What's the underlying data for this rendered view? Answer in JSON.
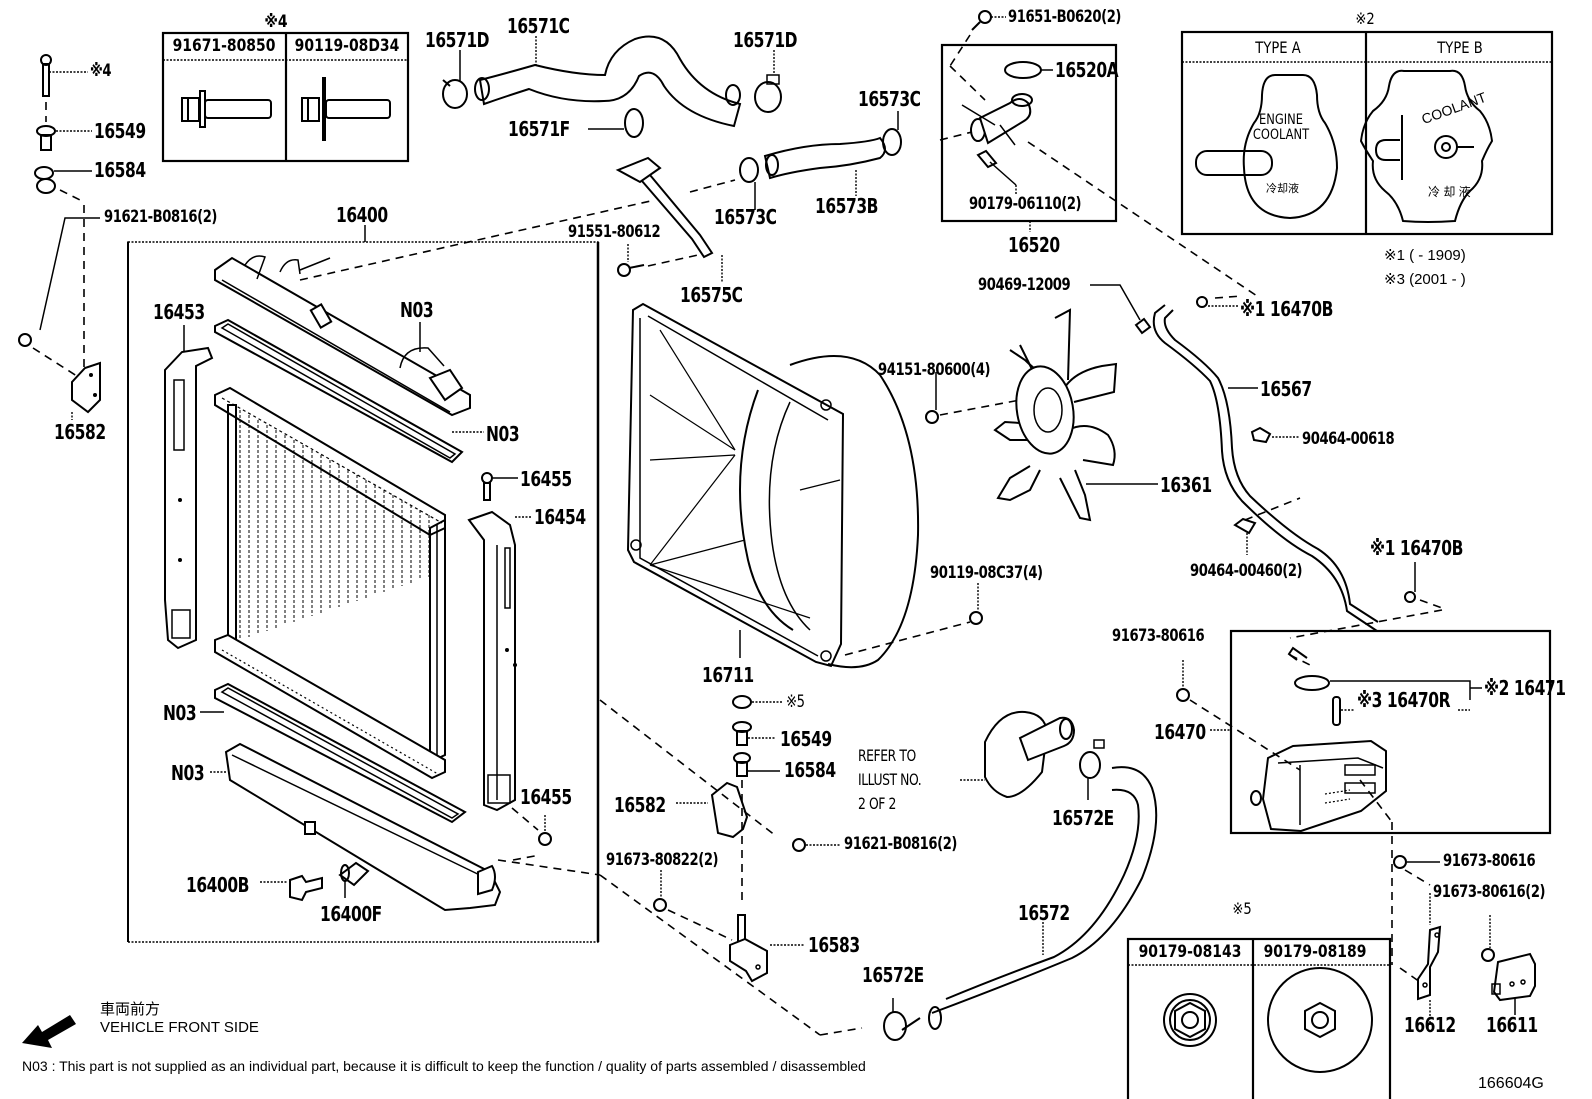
{
  "diagram": {
    "id": "166604G",
    "footnote": "N03 : This part is not supplied as an individual part, because it is difficult to keep the function / quality of parts  assembled / disassembled",
    "direction": {
      "jp": "車両前方",
      "en": "VEHICLE FRONT SIDE",
      "icon": "arrow-down-left-icon"
    },
    "refer_note": [
      "REFER TO",
      "ILLUST NO.",
      "2 OF 2"
    ],
    "legend": {
      "note1": "※1 (        - 1909)",
      "note3": "※3 (2001  -        )"
    },
    "table_4": {
      "title": "※4",
      "columns": [
        "91671-80850",
        "90119-08D34"
      ]
    },
    "table_2": {
      "title": "※2",
      "columns": [
        "TYPE A",
        "TYPE B"
      ],
      "cap_a": {
        "line1": "ENGINE",
        "line2": "COOLANT",
        "jp": "冷却液"
      },
      "cap_b": {
        "text": "COOLANT",
        "jp": "冷 却 液"
      }
    },
    "table_5": {
      "title": "※5",
      "columns": [
        "90179-08143",
        "90179-08189"
      ]
    },
    "parts": {
      "p_x4_bolt": "※4",
      "p_16549_l": "16549",
      "p_16584_l": "16584",
      "p_91621_l": "91621-B0816(2)",
      "p_16582_l": "16582",
      "p_16400": "16400",
      "p_16453": "16453",
      "p_n03_top": "N03",
      "p_n03_gasket_top": "N03",
      "p_16455_top": "16455",
      "p_16454": "16454",
      "p_n03_gasket_bot": "N03",
      "p_n03_tank_bot": "N03",
      "p_16455_bot": "16455",
      "p_16400b": "16400B",
      "p_16400f": "16400F",
      "p_16571d_l": "16571D",
      "p_16571c": "16571C",
      "p_16571d_r": "16571D",
      "p_16571f": "16571F",
      "p_91551": "91551-80612",
      "p_16575c": "16575C",
      "p_16573c_l": "16573C",
      "p_16573b": "16573B",
      "p_16573c_r": "16573C",
      "p_91651": "91651-B0620(2)",
      "p_16520a": "16520A",
      "p_90179_06110": "90179-06110(2)",
      "p_16520": "16520",
      "p_90469": "90469-12009",
      "p_16470b_top": "※1 16470B",
      "p_94151": "94151-80600(4)",
      "p_16567": "16567",
      "p_90464_00618": "90464-00618",
      "p_16361": "16361",
      "p_90464_00460": "90464-00460(2)",
      "p_16470b_bot": "※1 16470B",
      "p_90119_08c37": "90119-08C37(4)",
      "p_16711": "16711",
      "p_x5": "※5",
      "p_16549_c": "16549",
      "p_16584_c": "16584",
      "p_16582_c": "16582",
      "p_91621_c": "91621-B0816(2)",
      "p_91673_80822": "91673-80822(2)",
      "p_16583": "16583",
      "p_16572e_top": "16572E",
      "p_16572": "16572",
      "p_16572e_bot": "16572E",
      "p_91673_80616_a": "91673-80616",
      "p_16470": "16470",
      "p_16470r": "※3 16470R",
      "p_16471": "※2 16471",
      "p_91673_80616_b": "91673-80616",
      "p_91673_80616_c": "91673-80616(2)",
      "p_16612": "16612",
      "p_16611": "16611"
    }
  }
}
